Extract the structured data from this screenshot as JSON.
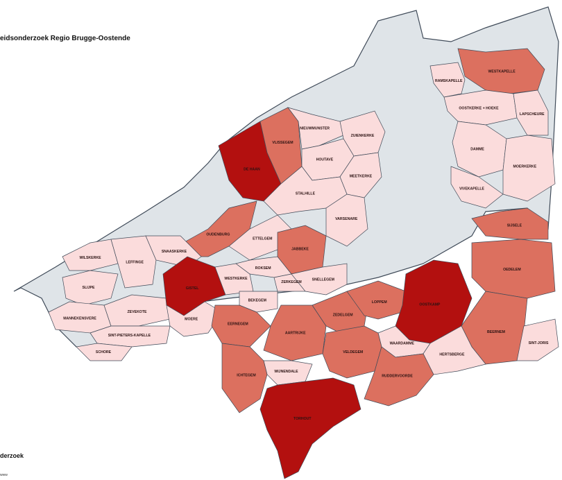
{
  "title": "eidsonderzoek Regio Brugge-Oostende",
  "legend": {
    "title": "derzoek",
    "subtitle": "www"
  },
  "colors": {
    "sea_land": "#dfe4e8",
    "border": "#3f4a58",
    "level_1": "#fbdcdc",
    "level_2": "#dc705f",
    "level_3": "#b3100f"
  },
  "municipalities": [
    {
      "id": "westkapelle",
      "label": "WESTKAPELLE",
      "level": 2
    },
    {
      "id": "ramskapelle",
      "label": "RAMSKAPELLE",
      "level": 1
    },
    {
      "id": "oostkerke-hoeke",
      "label": "OOSTKERKE + HOEKE",
      "level": 1
    },
    {
      "id": "lapscheure",
      "label": "LAPSCHEURE",
      "level": 1
    },
    {
      "id": "damme",
      "label": "DAMME",
      "level": 1
    },
    {
      "id": "moerkerke",
      "label": "MOERKERKE",
      "level": 1
    },
    {
      "id": "vivekapelle",
      "label": "VIVEKAPELLE",
      "level": 1
    },
    {
      "id": "nieuwmunster",
      "label": "NIEUWMUNSTER",
      "level": 1
    },
    {
      "id": "vlissegem",
      "label": "VLISSEGEM",
      "level": 2
    },
    {
      "id": "wenduine",
      "label": "DE HAAN",
      "level": 3
    },
    {
      "id": "zuienkerke",
      "label": "ZUIENKERKE",
      "level": 1
    },
    {
      "id": "houtave",
      "label": "HOUTAVE",
      "level": 1
    },
    {
      "id": "meetkerke",
      "label": "MEETKERKE",
      "level": 1
    },
    {
      "id": "stalhille",
      "label": "STALHILLE",
      "level": 1
    },
    {
      "id": "oudenburg",
      "label": "OUDENBURG",
      "level": 2
    },
    {
      "id": "ettelgem",
      "label": "ETTELGEM",
      "level": 1
    },
    {
      "id": "jabbeke",
      "label": "JABBEKE",
      "level": 2
    },
    {
      "id": "varsenare",
      "label": "VARSENARE",
      "level": 1
    },
    {
      "id": "wilskerke",
      "label": "WILSKERKE",
      "level": 1
    },
    {
      "id": "leffinge",
      "label": "LEFFINGE",
      "level": 1
    },
    {
      "id": "slijpe",
      "label": "SLIJPE",
      "level": 1
    },
    {
      "id": "mannekensvere",
      "label": "MANNEKENSVERE",
      "level": 1
    },
    {
      "id": "zevekote",
      "label": "ZEVEKOTE",
      "level": 1
    },
    {
      "id": "snaaskerke",
      "label": "SNAASKERKE",
      "level": 1
    },
    {
      "id": "gistel",
      "label": "GISTEL",
      "level": 3
    },
    {
      "id": "westkerke",
      "label": "WESTKERKE",
      "level": 1
    },
    {
      "id": "roksem",
      "label": "ROKSEM",
      "level": 1
    },
    {
      "id": "zerkegem",
      "label": "ZERKEGEM",
      "level": 1
    },
    {
      "id": "snellegem",
      "label": "SNELLEGEM",
      "level": 1
    },
    {
      "id": "moere",
      "label": "MOERE",
      "level": 1
    },
    {
      "id": "sint-pieters-kapelle",
      "label": "SINT-PIETERS-KAPELLE",
      "level": 1
    },
    {
      "id": "schore",
      "label": "SCHORE",
      "level": 1
    },
    {
      "id": "eerneghem",
      "label": "EERNEGEM",
      "level": 2
    },
    {
      "id": "bekegem",
      "label": "BEKEGEM",
      "level": 1
    },
    {
      "id": "aartrijke",
      "label": "AARTRIJKE",
      "level": 2
    },
    {
      "id": "zedelgem",
      "label": "ZEDELGEM",
      "level": 2
    },
    {
      "id": "loppem",
      "label": "LOPPEM",
      "level": 2
    },
    {
      "id": "oostkamp",
      "label": "OOSTKAMP",
      "level": 3
    },
    {
      "id": "sijsele",
      "label": "SIJSELE",
      "level": 2
    },
    {
      "id": "oedelem",
      "label": "OEDELEM",
      "level": 2
    },
    {
      "id": "beernem",
      "label": "BEERNEM",
      "level": 2
    },
    {
      "id": "sint-joris",
      "label": "SINT-JORIS",
      "level": 1
    },
    {
      "id": "waardamme",
      "label": "WAARDAMME",
      "level": 1
    },
    {
      "id": "hertsberge",
      "label": "HERTSBERGE",
      "level": 1
    },
    {
      "id": "veldegem",
      "label": "VELDEGEM",
      "level": 2
    },
    {
      "id": "ruddervoorde",
      "label": "RUDDERVOORDE",
      "level": 2
    },
    {
      "id": "wijnendale",
      "label": "WIJNENDALE",
      "level": 1
    },
    {
      "id": "ichtegem",
      "label": "ICHTEGEM",
      "level": 2
    },
    {
      "id": "torhout",
      "label": "TORHOUT",
      "level": 3
    }
  ]
}
